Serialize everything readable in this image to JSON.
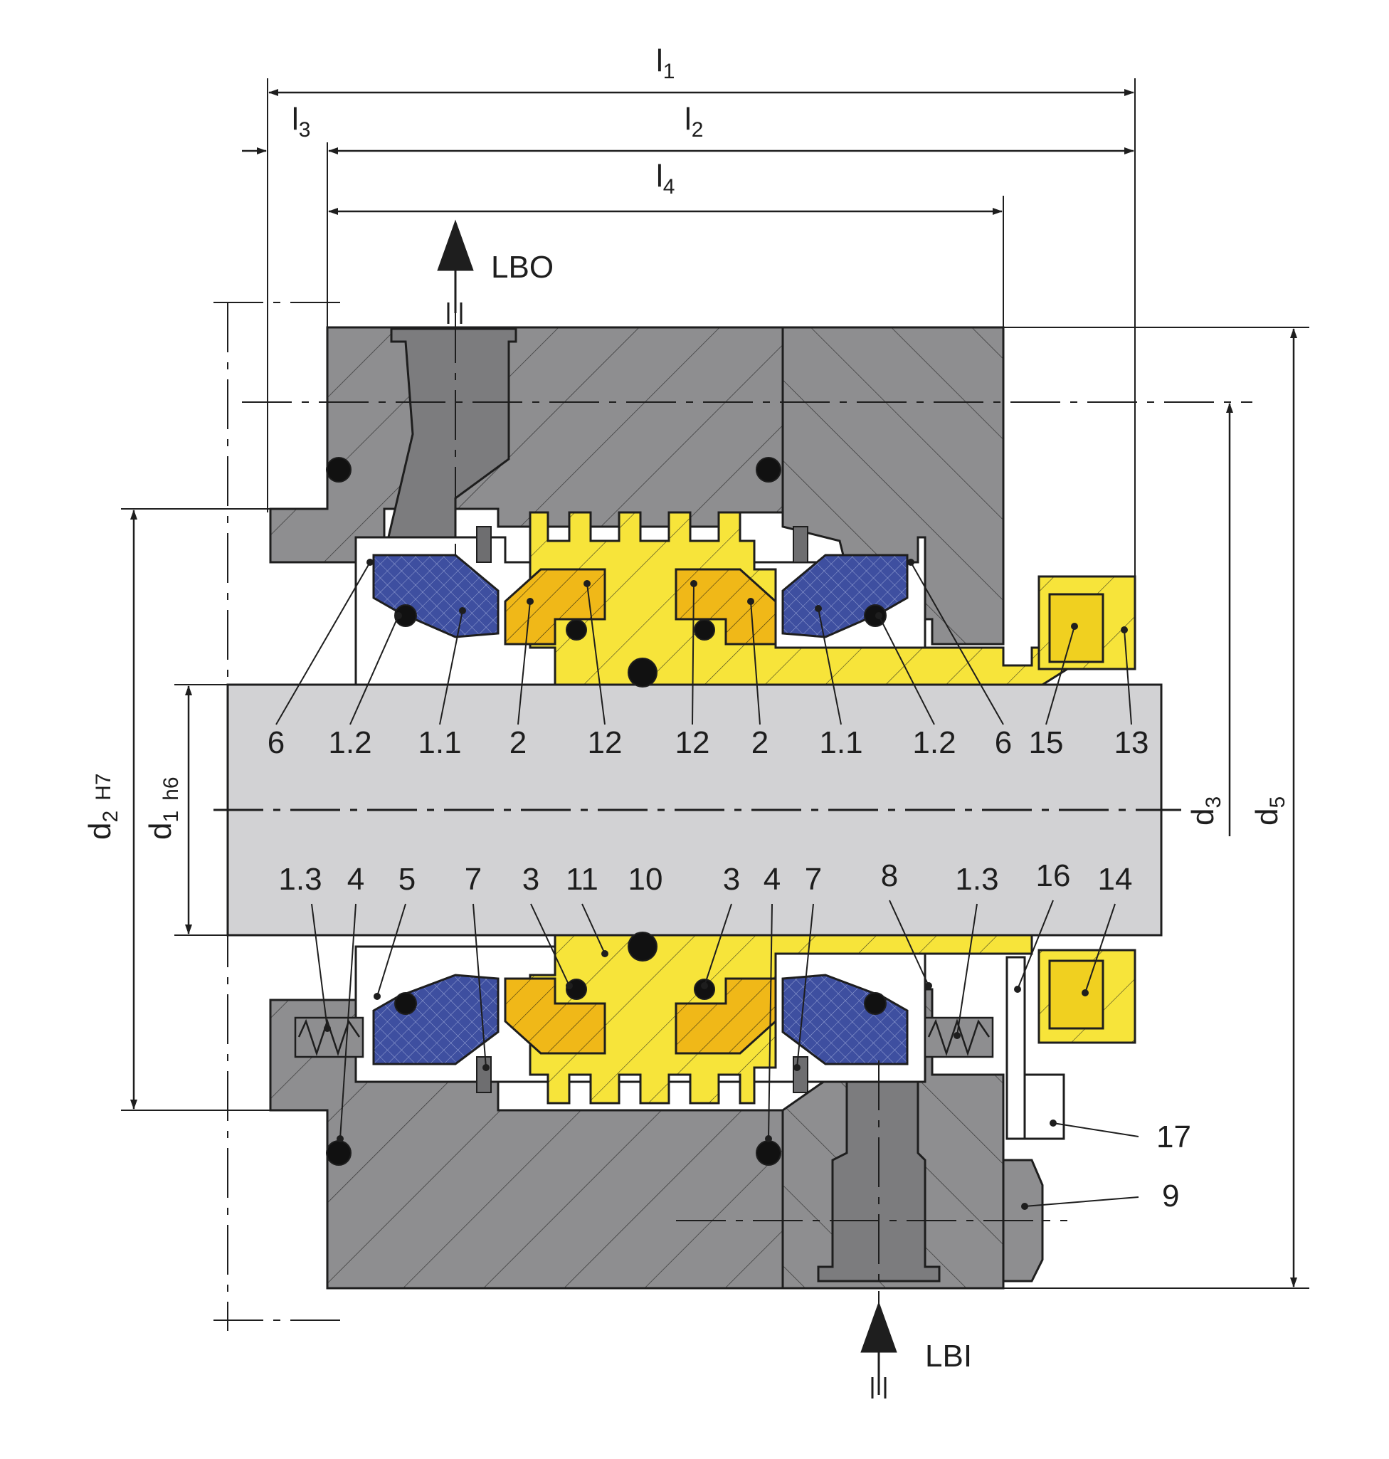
{
  "dimensions": {
    "l1": {
      "main": "l",
      "sub": "1"
    },
    "l2": {
      "main": "l",
      "sub": "2"
    },
    "l3": {
      "main": "l",
      "sub": "3"
    },
    "l4": {
      "main": "l",
      "sub": "4"
    },
    "d1": {
      "main": "d",
      "sub": "1",
      "tol": "h6"
    },
    "d2": {
      "main": "d",
      "sub": "2",
      "tol": "H7"
    },
    "d3": {
      "main": "d",
      "sub": "3"
    },
    "d5": {
      "main": "d",
      "sub": "5"
    }
  },
  "ports": {
    "outlet": "LBO",
    "inlet": "LBI"
  },
  "upper_labels": [
    "6",
    "1.2",
    "1.1",
    "2",
    "12",
    "12",
    "2",
    "1.1",
    "1.2",
    "6",
    "15",
    "13"
  ],
  "lower_labels": [
    "1.3",
    "4",
    "5",
    "7",
    "3",
    "11",
    "10",
    "3",
    "4",
    "7",
    "8",
    "1.3",
    "16",
    "14"
  ],
  "side_labels": [
    "17",
    "9"
  ],
  "colors": {
    "housing": "#8e8e90",
    "shaft": "#d2d2d4",
    "sleeve": "#f7e43a",
    "seal_ring": "#f0b818",
    "carbon_ring": "#3e4fa0",
    "outline": "#1e1e1e"
  }
}
